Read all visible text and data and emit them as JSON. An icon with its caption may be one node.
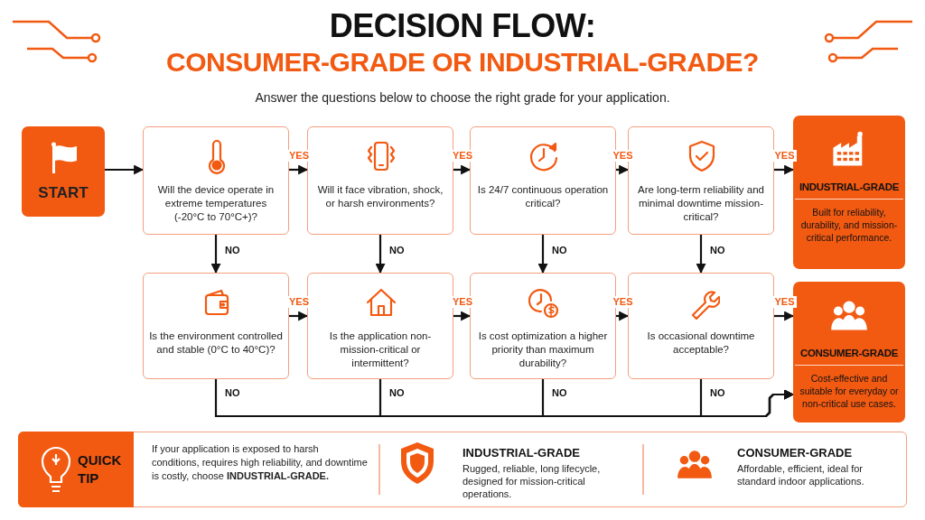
{
  "diagram": {
    "title": "DECISION FLOW:",
    "nodes": [
      {
        "text": [
          "START"
        ]
      },
      {
        "text": [
          "Will the device operate in extreme temperatures (-20°C to 70°C+)?"
        ]
      },
      {
        "text": [
          "Will it face vibration, shock, or harsh environments?"
        ]
      },
      {
        "text": [
          "Is 24/7 continuous operation critical?"
        ]
      },
      {
        "text": [
          "Are long-term reliability and minimal downtime mission-critical?"
        ]
      },
      {
        "text": [
          "INDUSTRIAL-GRADE",
          "Built for reliability, durability, and mission-critical performance."
        ]
      },
      {
        "text": [
          "Is the environment controlled and stable (0°C to 40°C)?"
        ]
      },
      {
        "text": [
          "Is the application non-mission-critical or intermittent?"
        ]
      },
      {
        "text": [
          "Is cost optimization a higher priority than maximum durability?"
        ]
      },
      {
        "text": [
          "Is occasional downtime acceptable?"
        ]
      },
      {
        "text": [
          "CONSUMER-GRADE",
          "Cost-effective and suitable for everyday or non-critical use cases."
        ]
      }
    ],
    "edges": [
      {
        "from": 0,
        "to": 1,
        "arrow": "to"
      },
      {
        "from": 1,
        "to": 2,
        "arrow": "to",
        "label": "YES"
      },
      {
        "from": 2,
        "to": 3,
        "arrow": "to",
        "label": "YES"
      },
      {
        "from": 3,
        "to": 4,
        "arrow": "to",
        "label": "YES"
      },
      {
        "from": 4,
        "to": 5,
        "arrow": "to",
        "label": "YES"
      },
      {
        "from": 1,
        "to": 6,
        "arrow": "to",
        "label": "NO"
      },
      {
        "from": 2,
        "to": 7,
        "arrow": "to",
        "label": "NO"
      },
      {
        "from": 3,
        "to": 8,
        "arrow": "to",
        "label": "NO"
      },
      {
        "from": 4,
        "to": 9,
        "arrow": "to",
        "label": "NO"
      },
      {
        "from": 6,
        "to": 7,
        "arrow": "to",
        "label": "YES"
      },
      {
        "from": 7,
        "to": 8,
        "arrow": "to",
        "label": "YES"
      },
      {
        "from": 8,
        "to": 9,
        "arrow": "to",
        "label": "YES"
      },
      {
        "from": 9,
        "to": 10,
        "arrow": "to",
        "label": "YES"
      },
      {
        "from": 6,
        "to": 10,
        "arrow": "to",
        "label": "NO"
      },
      {
        "from": 7,
        "to": 10,
        "arrow": "to",
        "label": "NO"
      },
      {
        "from": 8,
        "to": 10,
        "arrow": "to",
        "label": "NO"
      },
      {
        "from": 9,
        "to": 10,
        "arrow": "to",
        "label": "NO"
      }
    ],
    "labels": [
      "CONSUMER-GRADE OR INDUSTRIAL-GRADE?",
      "Answer the questions below to choose the right grade for your application.",
      "QUICK TIP",
      "If your application is exposed to harsh conditions, requires high reliability, and downtime is costly, choose **INDUSTRIAL-GRADE.**",
      "INDUSTRIAL-GRADE",
      "Rugged, reliable, long lifecycle, designed for mission-critical operations.",
      "CONSUMER-GRADE",
      "Affordable, efficient, ideal for standard indoor applications."
    ]
  }
}
